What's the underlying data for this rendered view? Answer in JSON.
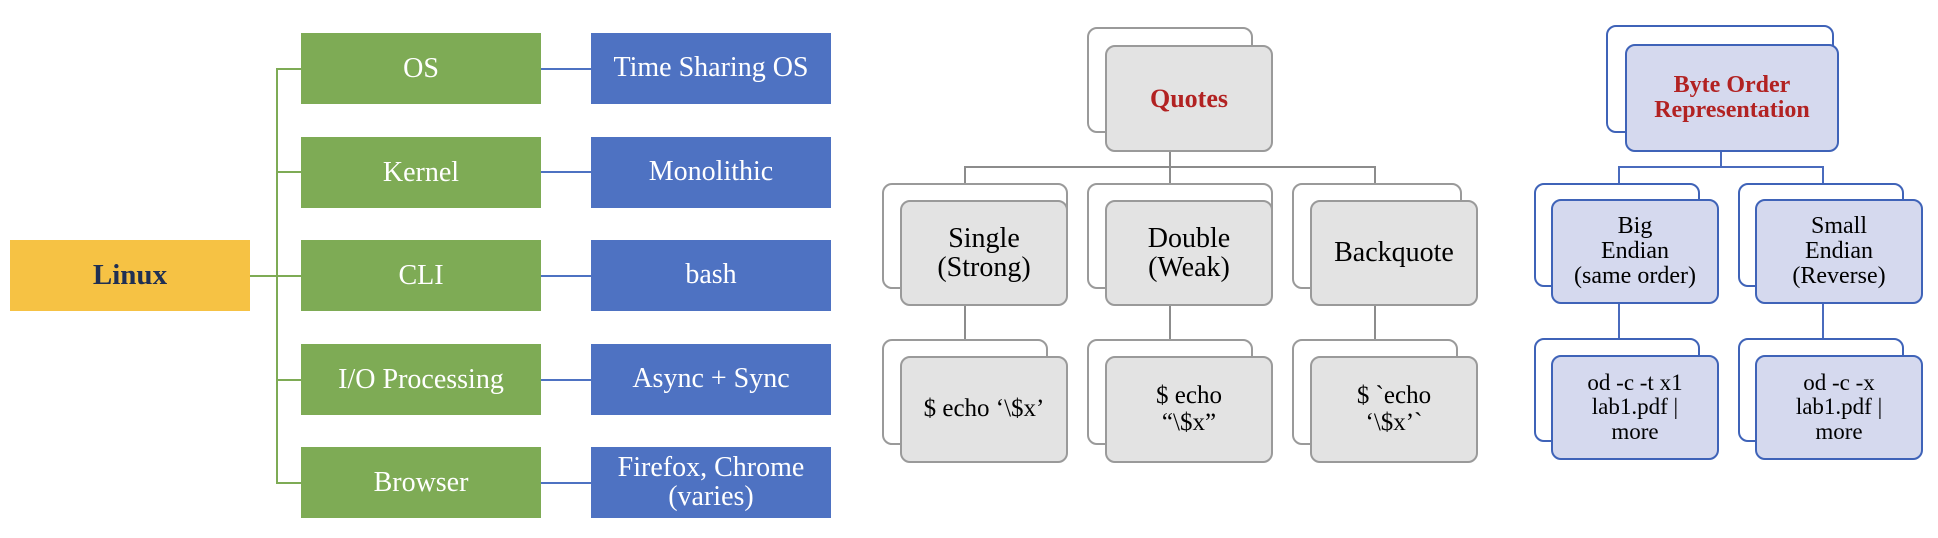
{
  "linux_tree": {
    "root": "Linux",
    "rows": [
      {
        "category": "OS",
        "value": "Time Sharing OS"
      },
      {
        "category": "Kernel",
        "value": "Monolithic"
      },
      {
        "category": "CLI",
        "value": "bash"
      },
      {
        "category": "I/O Processing",
        "value": "Async + Sync"
      },
      {
        "category": "Browser",
        "value": "Firefox, Chrome\n(varies)"
      }
    ]
  },
  "quotes_tree": {
    "title": "Quotes",
    "children": [
      {
        "label": "Single\n(Strong)",
        "example": "$ echo ‘\\$x’"
      },
      {
        "label": "Double\n(Weak)",
        "example": "$ echo\n“\\$x”"
      },
      {
        "label": "Backquote",
        "example": "$ `echo\n‘\\$x’`"
      }
    ]
  },
  "byte_order_tree": {
    "title": "Byte Order\nRepresentation",
    "children": [
      {
        "label": "Big\nEndian\n(same order)",
        "command": "od -c -t x1\nlab1.pdf |\nmore"
      },
      {
        "label": "Small\nEndian\n(Reverse)",
        "command": "od -c -x\nlab1.pdf |\nmore"
      }
    ]
  },
  "colors": {
    "root_fill": "#f6c244",
    "category_fill": "#7eab55",
    "value_fill": "#4e72c2",
    "gray_card": "#e3e3e3",
    "blue_card": "#d5d9ee",
    "title_red": "#b22222"
  }
}
